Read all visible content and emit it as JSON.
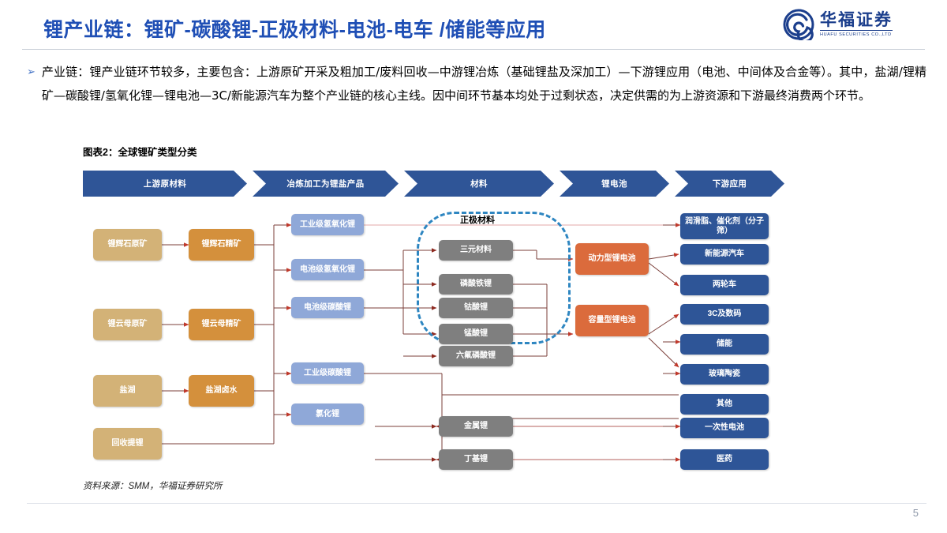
{
  "header": {
    "title": "锂产业链：锂矿-碳酸锂-正极材料-电池-电车 /储能等应用",
    "logo_cn": "华福证券",
    "logo_en": "HUAFU SECURITIES CO.,LTD",
    "accent_color": "#1F4FB5"
  },
  "body": {
    "bullet": "➢",
    "paragraph": "产业链：锂产业链环节较多，主要包含：上游原矿开采及粗加工/废料回收—中游锂冶炼（基础锂盐及深加工）—下游锂应用（电池、中间体及合金等）。其中，盐湖/锂精矿—碳酸锂/氢氧化锂—锂电池—3C/新能源汽车为整个产业链的核心主线。因中间环节基本均处于过剩状态，决定供需的为上游资源和下游最终消费两个环节。"
  },
  "figure": {
    "caption": "图表2：全球锂矿类型分类",
    "source": "资料来源：SMM，华福证券研究所",
    "banner_color": "#2F5597",
    "stages": [
      {
        "label": "上游原材料"
      },
      {
        "label": "冶炼加工为锂盐产品"
      },
      {
        "label": "材料"
      },
      {
        "label": "锂电池"
      },
      {
        "label": "下游应用"
      }
    ],
    "cathode_group_label": "正极材料",
    "raw_ores": [
      {
        "label": "锂辉石原矿"
      },
      {
        "label": "锂云母原矿"
      },
      {
        "label": "盐湖"
      },
      {
        "label": "回收提锂"
      }
    ],
    "concentrates": [
      {
        "label": "锂辉石精矿"
      },
      {
        "label": "锂云母精矿"
      },
      {
        "label": "盐湖卤水"
      }
    ],
    "lithium_salts": [
      {
        "label": "工业级氢氧化锂"
      },
      {
        "label": "电池级氢氧化锂"
      },
      {
        "label": "电池级碳酸锂"
      },
      {
        "label": "工业级碳酸锂"
      },
      {
        "label": "氯化锂"
      }
    ],
    "cathode_materials": [
      {
        "label": "三元材料"
      },
      {
        "label": "磷酸铁锂"
      },
      {
        "label": "钴酸锂"
      },
      {
        "label": "锰酸锂"
      },
      {
        "label": "六氟磷酸锂"
      }
    ],
    "other_materials": [
      {
        "label": "金属锂"
      },
      {
        "label": "丁基锂"
      }
    ],
    "batteries": [
      {
        "label": "动力型锂电池"
      },
      {
        "label": "容量型锂电池"
      }
    ],
    "applications": [
      {
        "label": "润滑脂、催化剂（分子筛）"
      },
      {
        "label": "新能源汽车"
      },
      {
        "label": "两轮车"
      },
      {
        "label": "3C及数码"
      },
      {
        "label": "储能"
      },
      {
        "label": "玻璃陶瓷"
      },
      {
        "label": "其他"
      },
      {
        "label": "一次性电池"
      },
      {
        "label": "医药"
      }
    ],
    "colors": {
      "raw_ore": "#D3B277",
      "concentrate": "#D4903C",
      "salt": "#8FA8D8",
      "cathode": "#7F7F7F",
      "battery": "#DB6B3C",
      "application": "#2E5597",
      "dashed_ring": "#2E86C1"
    }
  },
  "footer": {
    "page_number": "5"
  }
}
